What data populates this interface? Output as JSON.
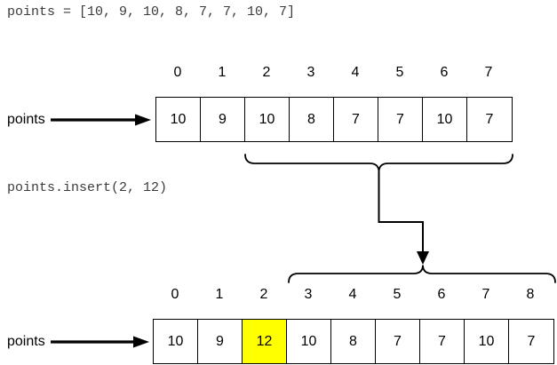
{
  "code_top": "points = [10, 9, 10, 8, 7, 7, 10, 7]",
  "operation": "points.insert(2, 12)",
  "before": {
    "label": "points",
    "indices": [
      "0",
      "1",
      "2",
      "3",
      "4",
      "5",
      "6",
      "7"
    ],
    "values": [
      "10",
      "9",
      "10",
      "8",
      "7",
      "7",
      "10",
      "7"
    ]
  },
  "after": {
    "label": "points",
    "indices": [
      "0",
      "1",
      "2",
      "3",
      "4",
      "5",
      "6",
      "7",
      "8"
    ],
    "values": [
      "10",
      "9",
      "12",
      "10",
      "8",
      "7",
      "7",
      "10",
      "7"
    ],
    "highlight_index": 2,
    "highlight_color": "#FFFF00"
  },
  "colors": {
    "background": "#ffffff",
    "line": "#000000",
    "code_text": "#3b3b3b",
    "cell_text": "#000000"
  }
}
